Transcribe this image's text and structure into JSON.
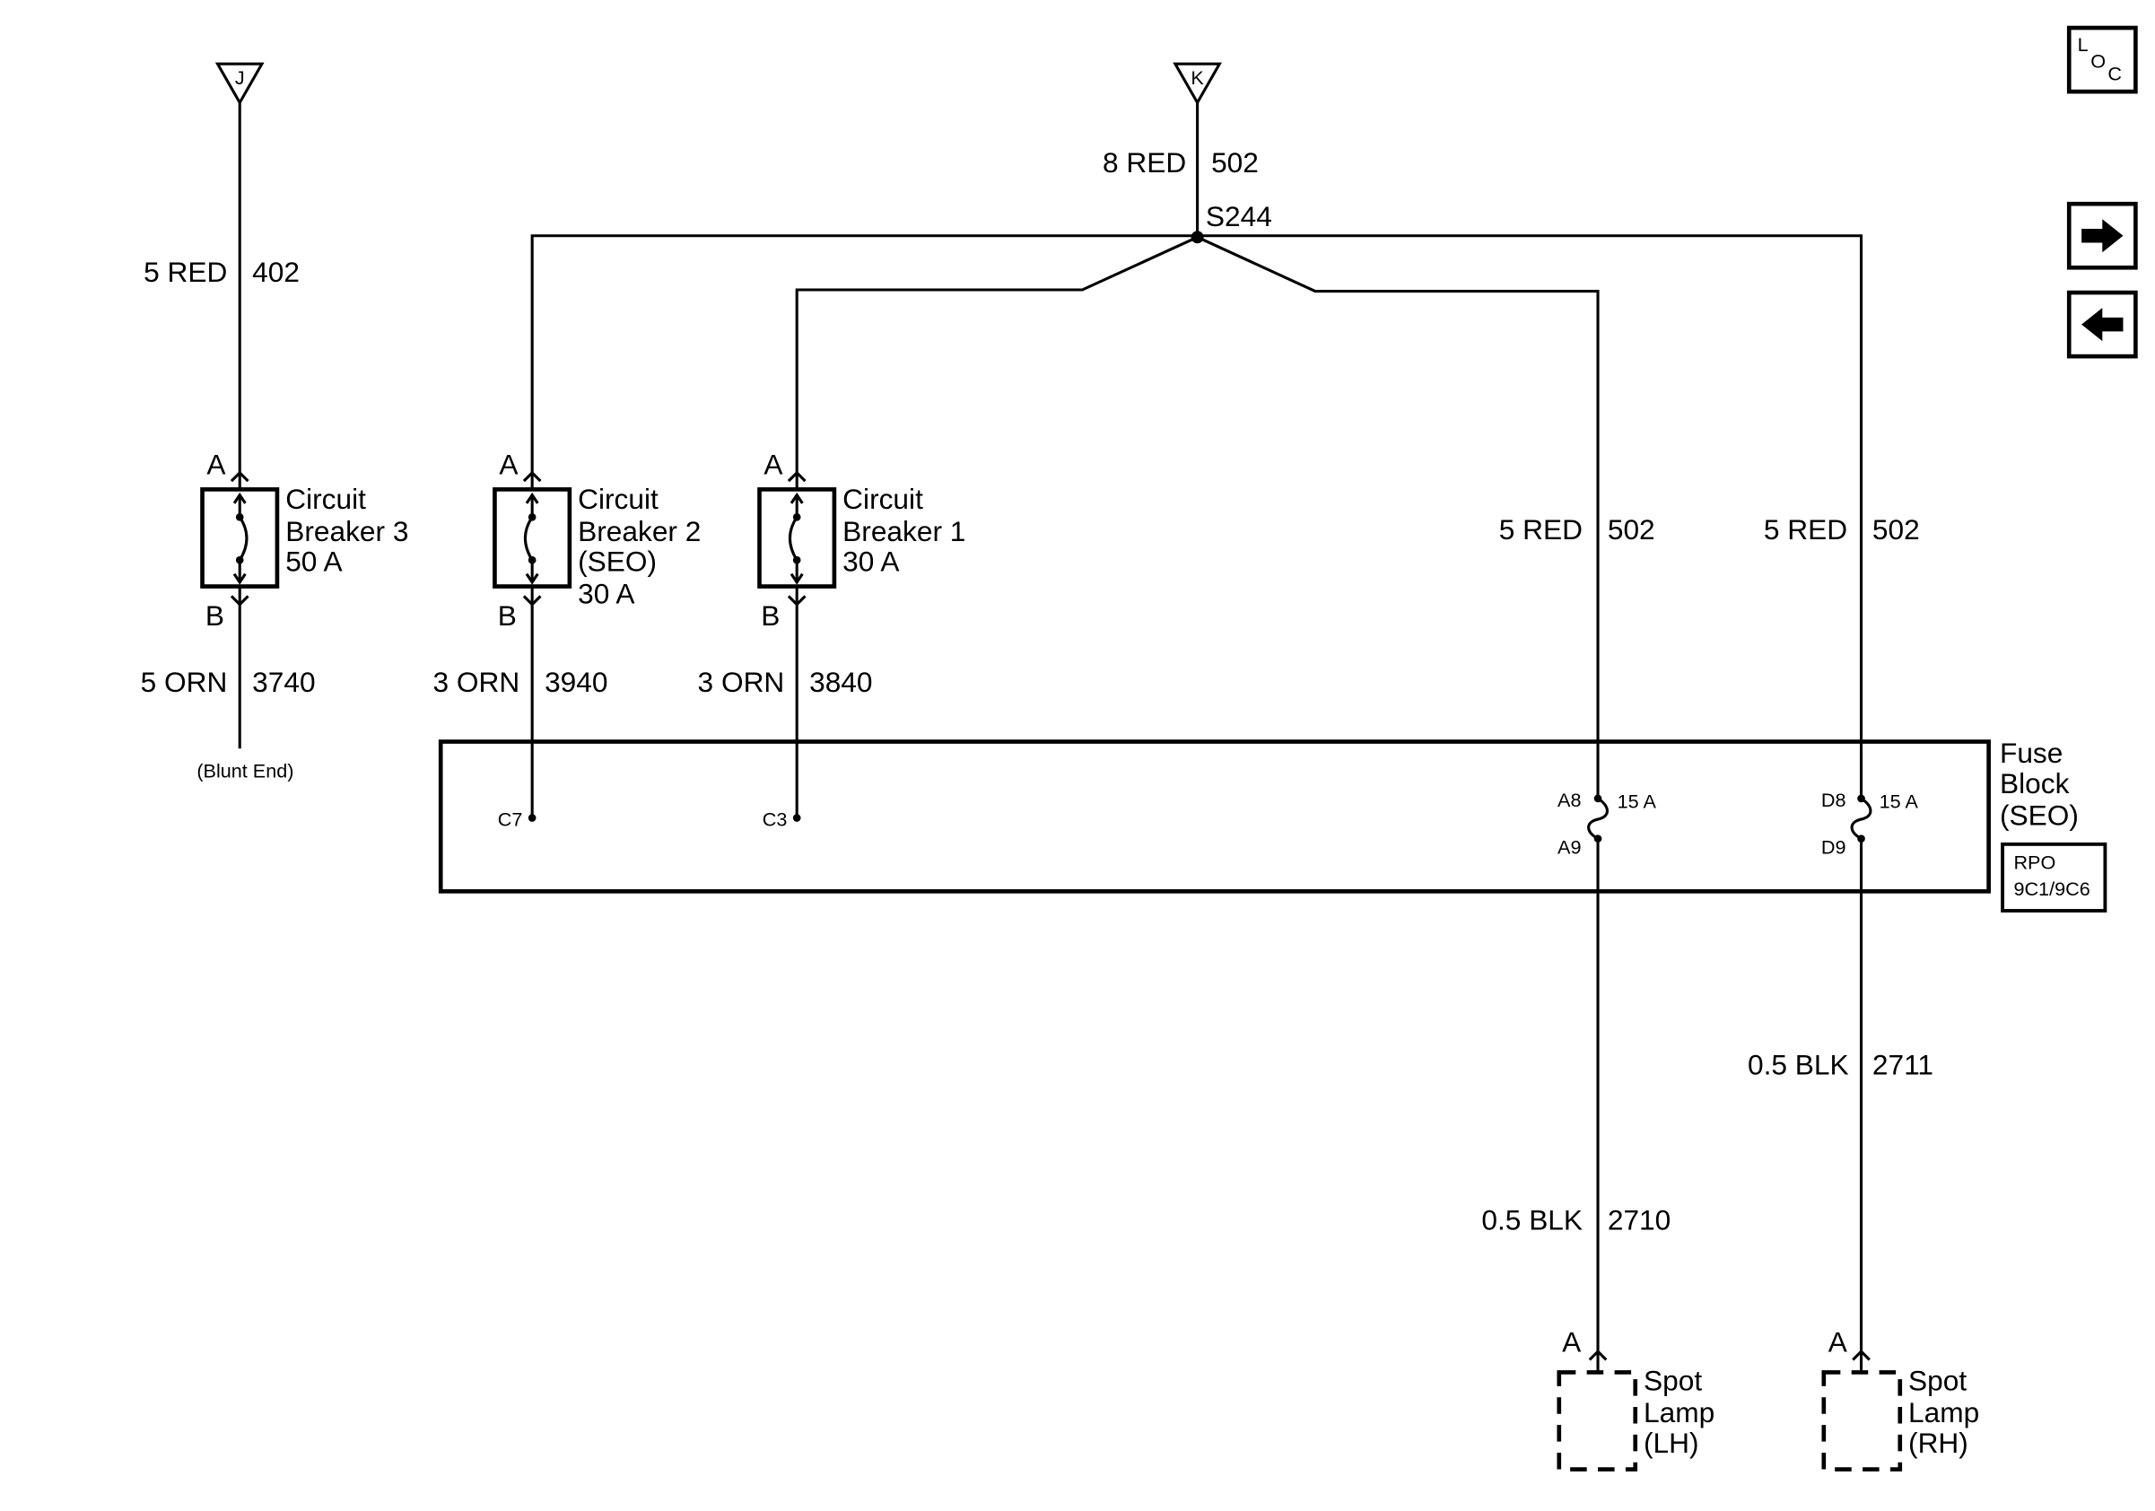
{
  "diagram": {
    "connectors": {
      "j": "J",
      "k": "K"
    },
    "splice": "S244",
    "wires": {
      "feed_502": {
        "gauge_color": "8 RED",
        "circuit": "502"
      },
      "feed_402": {
        "gauge_color": "5 RED",
        "circuit": "402"
      },
      "orn_3740": {
        "gauge_color": "5 ORN",
        "circuit": "3740"
      },
      "orn_3940": {
        "gauge_color": "3 ORN",
        "circuit": "3940"
      },
      "orn_3840": {
        "gauge_color": "3 ORN",
        "circuit": "3840"
      },
      "red_502_lh": {
        "gauge_color": "5 RED",
        "circuit": "502"
      },
      "red_502_rh": {
        "gauge_color": "5 RED",
        "circuit": "502"
      },
      "blk_2711": {
        "gauge_color": "0.5 BLK",
        "circuit": "2711"
      },
      "blk_2710": {
        "gauge_color": "0.5 BLK",
        "circuit": "2710"
      }
    },
    "blunt_end": "(Blunt End)",
    "circuit_breakers": [
      {
        "lines": [
          "Circuit",
          "Breaker 3",
          "50 A"
        ],
        "pin_in": "A",
        "pin_out": "B"
      },
      {
        "lines": [
          "Circuit",
          "Breaker 2",
          "(SEO)",
          "30 A"
        ],
        "pin_in": "A",
        "pin_out": "B"
      },
      {
        "lines": [
          "Circuit",
          "Breaker 1",
          "30 A"
        ],
        "pin_in": "A",
        "pin_out": "B"
      }
    ],
    "fuse_block": {
      "lines": [
        "Fuse",
        "Block",
        "(SEO)"
      ],
      "rpo_label": "RPO",
      "rpo_value": "9C1/9C6",
      "cavities": [
        "C7",
        "C3"
      ],
      "fuses": [
        {
          "pin_in": "A8",
          "pin_out": "A9",
          "rating": "15 A"
        },
        {
          "pin_in": "D8",
          "pin_out": "D9",
          "rating": "15 A"
        }
      ]
    },
    "spot_lamps": [
      {
        "pin": "A",
        "lines": [
          "Spot",
          "Lamp",
          "(LH)"
        ]
      },
      {
        "pin": "A",
        "lines": [
          "Spot",
          "Lamp",
          "(RH)"
        ]
      }
    ]
  },
  "nav": {
    "loc_letters": [
      "L",
      "O",
      "C"
    ],
    "next_icon": "right-arrow-icon",
    "prev_icon": "left-arrow-icon"
  },
  "colors": {
    "ink": "#000000",
    "background": "#ffffff"
  }
}
